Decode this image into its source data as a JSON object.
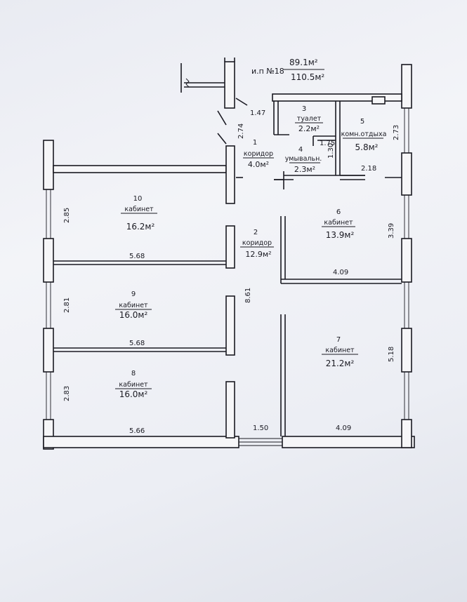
{
  "plan": {
    "header": {
      "number": "и.п №18",
      "area_living": "89.1м²",
      "area_total": "110.5м²"
    },
    "rooms": [
      {
        "num": "1",
        "name": "коридор",
        "area": "4.0м²"
      },
      {
        "num": "2",
        "name": "коридор",
        "area": "12.9м²"
      },
      {
        "num": "3",
        "name": "туалет",
        "area": "2.2м²"
      },
      {
        "num": "4",
        "name": "умывальн.",
        "area": "2.3м²"
      },
      {
        "num": "5",
        "name": "комн.отдыха",
        "area": "5.8м²"
      },
      {
        "num": "6",
        "name": "кабинет",
        "area": "13.9м²"
      },
      {
        "num": "7",
        "name": "кабинет",
        "area": "21.2м²"
      },
      {
        "num": "8",
        "name": "кабинет",
        "area": "16.0м²"
      },
      {
        "num": "9",
        "name": "кабинет",
        "area": "16.0м²"
      },
      {
        "num": "10",
        "name": "кабинет",
        "area": "16.2м²"
      }
    ],
    "dimensions": [
      "1.47",
      "2.74",
      "1.75",
      "1.30",
      "2.73",
      "2.18",
      "2.85",
      "5.68",
      "3.39",
      "8.61",
      "4.09",
      "2.81",
      "5.68",
      "5.18",
      "2.83",
      "5.66",
      "1.50",
      "4.09"
    ]
  }
}
